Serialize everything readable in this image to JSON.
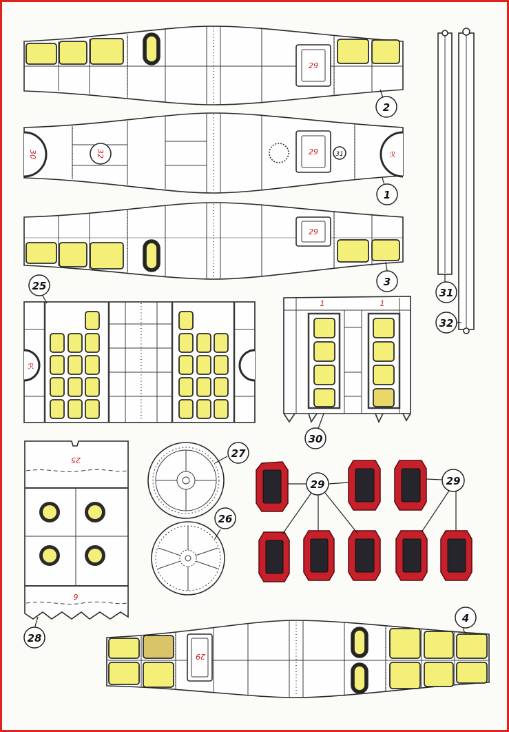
{
  "diagram": {
    "part_numbers": {
      "p1": "1",
      "p2": "2",
      "p3": "3",
      "p4": "4",
      "p25": "25",
      "p26": "26",
      "p27": "27",
      "p28": "28",
      "p29a": "29",
      "p29b": "29",
      "p30": "30",
      "p31": "31",
      "p32": "32"
    },
    "red_labels": {
      "hatch_29_a": "29",
      "hatch_29_b": "29",
      "hatch_29_c": "29",
      "hatch_29_d": "29",
      "mark_30": "30",
      "mark_32": "32",
      "mark_31": "31",
      "mark_x_left": "ℛ",
      "mark_x_right": "ℛ",
      "mark_x_25": "ℛ",
      "tab_1_a": "1",
      "tab_1_b": "1",
      "mark_25": "25",
      "mark_6": "6"
    },
    "colors": {
      "border": "#e0231f",
      "window_yellow": "#f3ef78",
      "seat_red": "#c8202a",
      "seat_dark": "#26252b",
      "label_red": "#d21b1b"
    }
  }
}
